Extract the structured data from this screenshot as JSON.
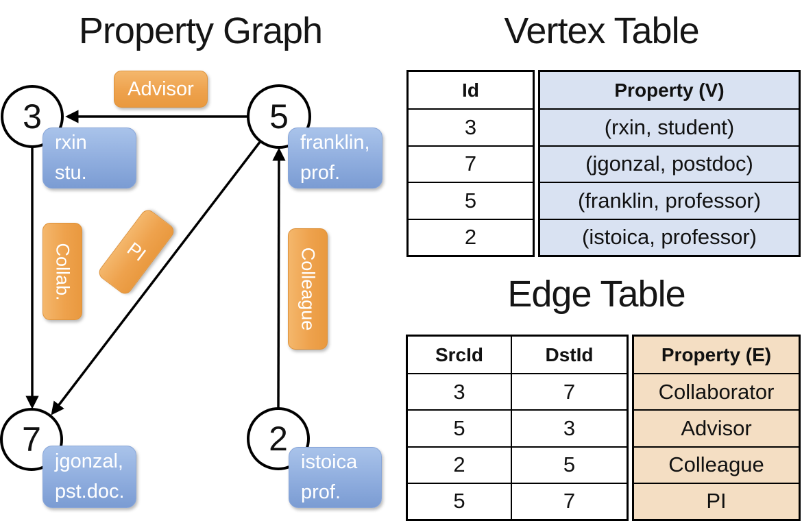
{
  "graph": {
    "title": "Property Graph",
    "vertices": [
      {
        "id": "3",
        "lines": [
          "rxin",
          "stu."
        ]
      },
      {
        "id": "5",
        "lines": [
          "franklin,",
          "prof."
        ]
      },
      {
        "id": "7",
        "lines": [
          "jgonzal,",
          "pst.doc."
        ]
      },
      {
        "id": "2",
        "lines": [
          "istoica",
          "prof."
        ]
      }
    ],
    "edges": [
      {
        "label": "Advisor",
        "src": "5",
        "dst": "3"
      },
      {
        "label": "Collab.",
        "src": "3",
        "dst": "7"
      },
      {
        "label": "PI",
        "src": "5",
        "dst": "7"
      },
      {
        "label": "Colleague",
        "src": "2",
        "dst": "5"
      }
    ]
  },
  "vertex_table": {
    "title": "Vertex Table",
    "columns": [
      "Id",
      "Property (V)"
    ],
    "rows": [
      [
        "3",
        "(rxin, student)"
      ],
      [
        "7",
        "(jgonzal, postdoc)"
      ],
      [
        "5",
        "(franklin, professor)"
      ],
      [
        "2",
        "(istoica, professor)"
      ]
    ]
  },
  "edge_table": {
    "title": "Edge Table",
    "columns": [
      "SrcId",
      "DstId",
      "Property (E)"
    ],
    "rows": [
      [
        "3",
        "7",
        "Collaborator"
      ],
      [
        "5",
        "3",
        "Advisor"
      ],
      [
        "2",
        "5",
        "Colleague"
      ],
      [
        "5",
        "7",
        "PI"
      ]
    ]
  },
  "colors": {
    "edge_label_orange_top": "#f4b76c",
    "edge_label_orange_bottom": "#e9993f",
    "vertex_box_blue_top": "#a9c3ea",
    "vertex_box_blue_bottom": "#7b9cd3",
    "vertex_table_property_bg": "#d9e2f2",
    "edge_table_property_bg": "#f4dec3",
    "line_color": "#000000",
    "box_text": "#ffffff"
  }
}
